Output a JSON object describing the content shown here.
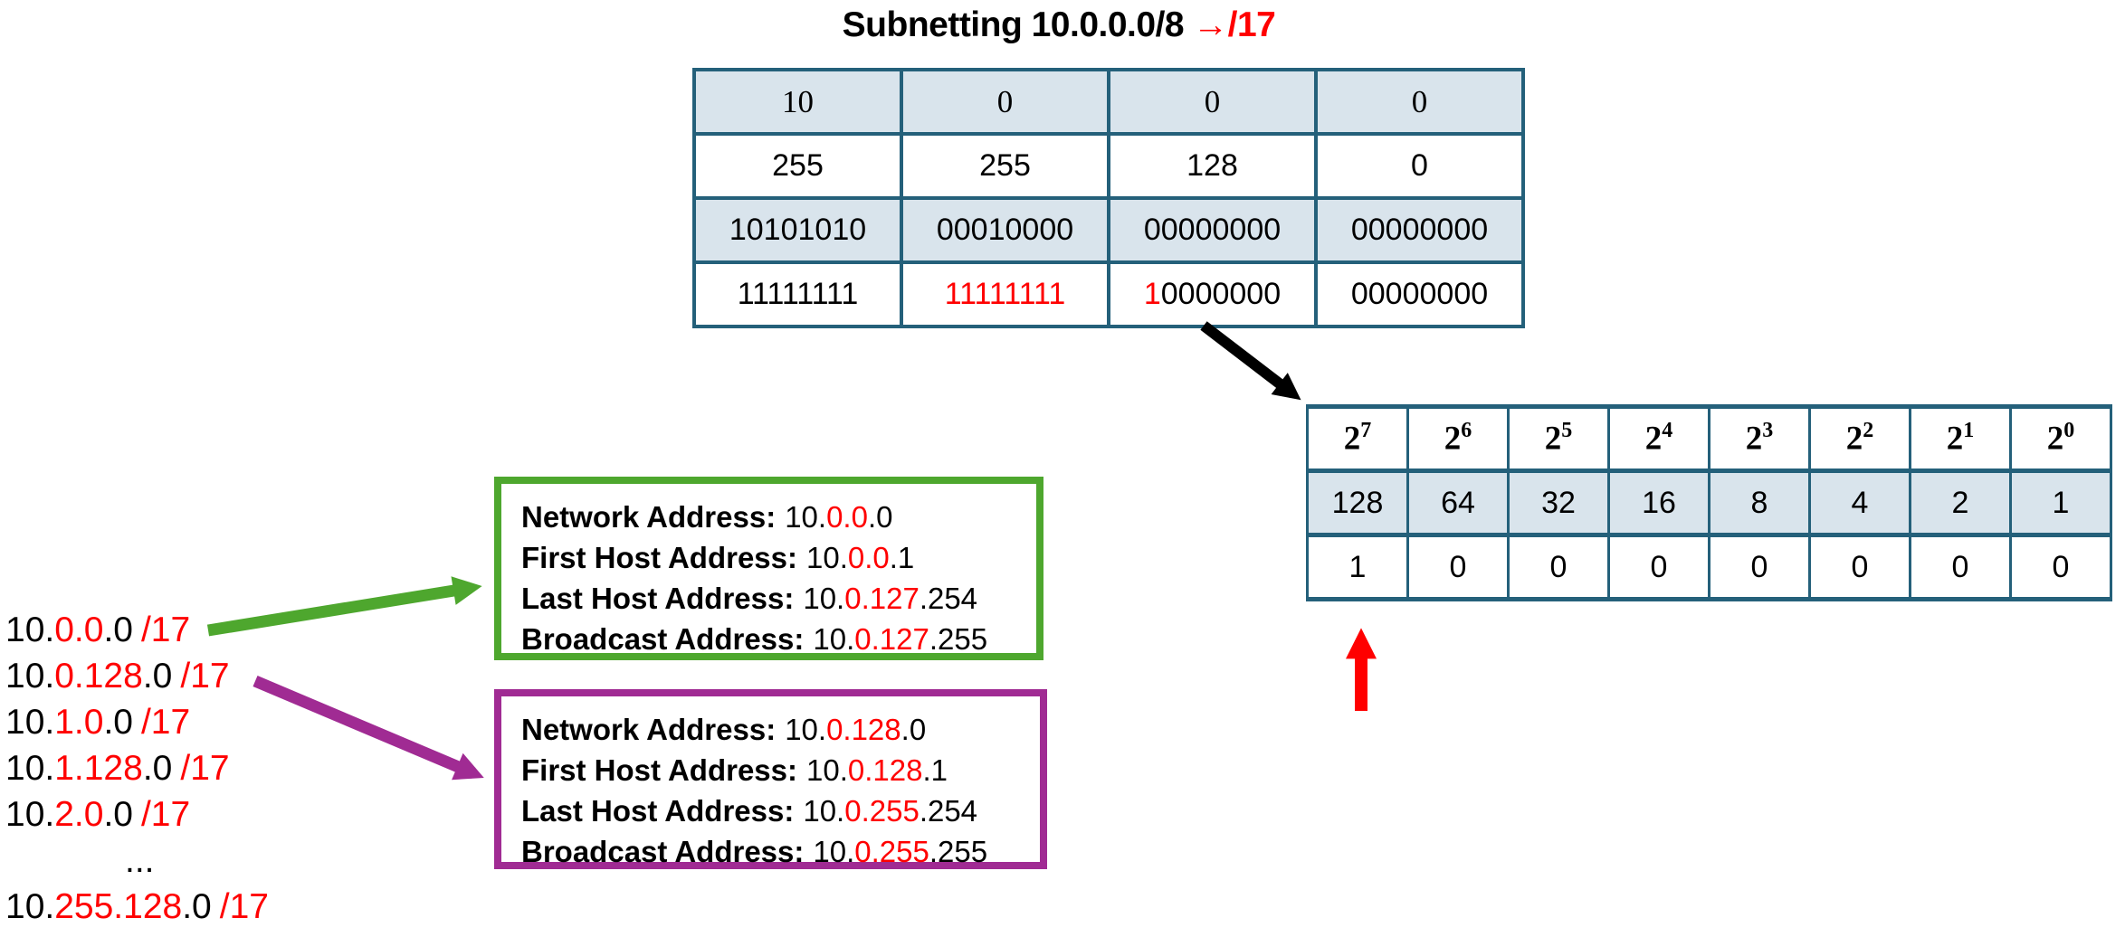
{
  "colors": {
    "table_border": "#24607A",
    "table_fill": "#D9E4EC",
    "red_accent": "#FF0000",
    "green_accent": "#4EA72E",
    "purple_accent": "#A02B93"
  },
  "title": {
    "main": "Subnetting 10.0.0.0/8",
    "suffix": "→/17"
  },
  "top_table": {
    "decimal_ip": [
      "10",
      "0",
      "0",
      "0"
    ],
    "decimal_mask": [
      "255",
      "255",
      "128",
      "0"
    ],
    "binary_ip": [
      "10101010",
      "00010000",
      "00000000",
      "00000000"
    ],
    "binary_mask": [
      {
        "black": "11111111"
      },
      {
        "red": "11111111"
      },
      {
        "red": "1",
        "black": "0000000"
      },
      {
        "black": "00000000"
      }
    ]
  },
  "powers_table": {
    "headers": [
      {
        "base": "2",
        "exp": "7"
      },
      {
        "base": "2",
        "exp": "6"
      },
      {
        "base": "2",
        "exp": "5"
      },
      {
        "base": "2",
        "exp": "4"
      },
      {
        "base": "2",
        "exp": "3"
      },
      {
        "base": "2",
        "exp": "2"
      },
      {
        "base": "2",
        "exp": "1"
      },
      {
        "base": "2",
        "exp": "0"
      }
    ],
    "values": [
      "128",
      "64",
      "32",
      "16",
      "8",
      "4",
      "2",
      "1"
    ],
    "bits": [
      "1",
      "0",
      "0",
      "0",
      "0",
      "0",
      "0",
      "0"
    ]
  },
  "subnets": [
    {
      "pre": "10.",
      "red": "0.0",
      "post": ".0",
      "cidr": "/17"
    },
    {
      "pre": "10.",
      "red": "0.128",
      "post": ".0",
      "cidr": "/17"
    },
    {
      "pre": "10.",
      "red": "1.0",
      "post": ".0",
      "cidr": "/17"
    },
    {
      "pre": "10.",
      "red": "1.128",
      "post": ".0",
      "cidr": "/17"
    },
    {
      "pre": "10.",
      "red": "2.0",
      "post": ".0",
      "cidr": "/17"
    },
    {
      "pre": "10.",
      "red": "255.128",
      "post": ".0",
      "cidr": "/17"
    }
  ],
  "ellipsis": "...",
  "green_box": {
    "rows": [
      {
        "label": "Network Address:",
        "pre": "10.",
        "red": "0.0",
        "post": ".0"
      },
      {
        "label": "First Host Address:",
        "pre": "10.",
        "red": "0.0",
        "post": ".1"
      },
      {
        "label": "Last Host Address:",
        "pre": "10.",
        "red": "0.127",
        "post": ".254"
      },
      {
        "label": "Broadcast Address:",
        "pre": "10.",
        "red": "0.127",
        "post": ".255"
      }
    ]
  },
  "purple_box": {
    "rows": [
      {
        "label": "Network Address:",
        "pre": "10.",
        "red": "0.128",
        "post": ".0"
      },
      {
        "label": "First Host Address:",
        "pre": "10.",
        "red": "0.128",
        "post": ".1"
      },
      {
        "label": "Last Host Address:",
        "pre": "10.",
        "red": "0.255",
        "post": ".254"
      },
      {
        "label": "Broadcast Address:",
        "pre": "10.",
        "red": "0.255",
        "post": ".255"
      }
    ]
  }
}
